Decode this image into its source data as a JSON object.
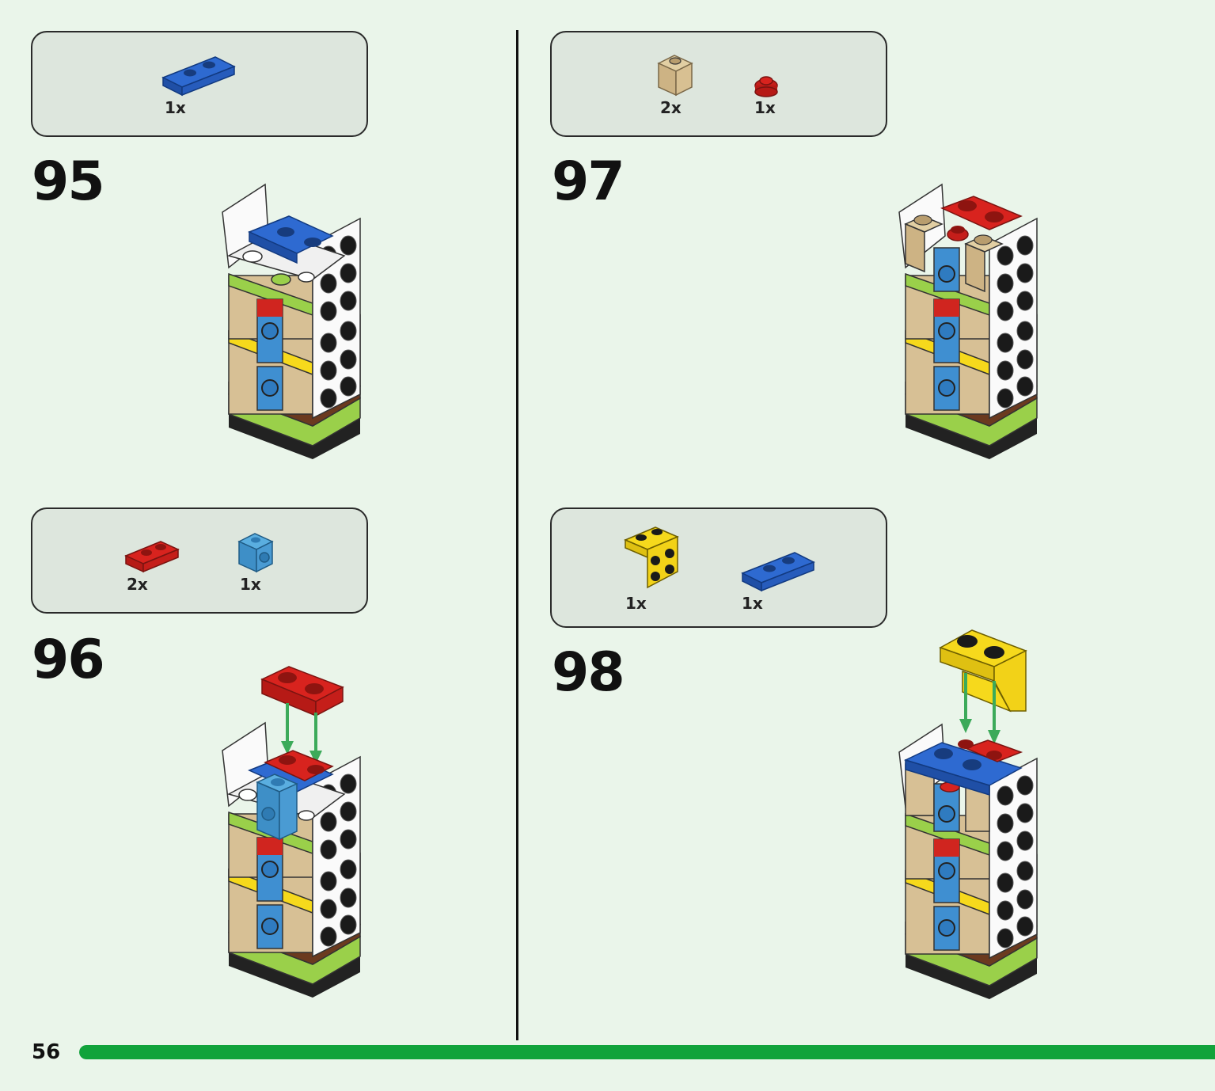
{
  "page_number": "56",
  "progress_fraction": 1.0,
  "colors": {
    "background": "#eaf5ea",
    "panel": "#dde6dd",
    "progress": "#11a33b",
    "arrow": "#3caa5a"
  },
  "steps": [
    {
      "number": "95",
      "parts": [
        {
          "qty": "1x",
          "icon": "blue-plate-1x3-icon"
        }
      ]
    },
    {
      "number": "96",
      "parts": [
        {
          "qty": "2x",
          "icon": "red-plate-1x2-icon"
        },
        {
          "qty": "1x",
          "icon": "blue-brick-side-stud-icon"
        }
      ]
    },
    {
      "number": "97",
      "parts": [
        {
          "qty": "2x",
          "icon": "tan-brick-1x1-icon"
        },
        {
          "qty": "1x",
          "icon": "red-round-plate-icon"
        }
      ]
    },
    {
      "number": "98",
      "parts": [
        {
          "qty": "1x",
          "icon": "yellow-bracket-icon"
        },
        {
          "qty": "1x",
          "icon": "blue-plate-1x3-icon"
        }
      ]
    }
  ]
}
